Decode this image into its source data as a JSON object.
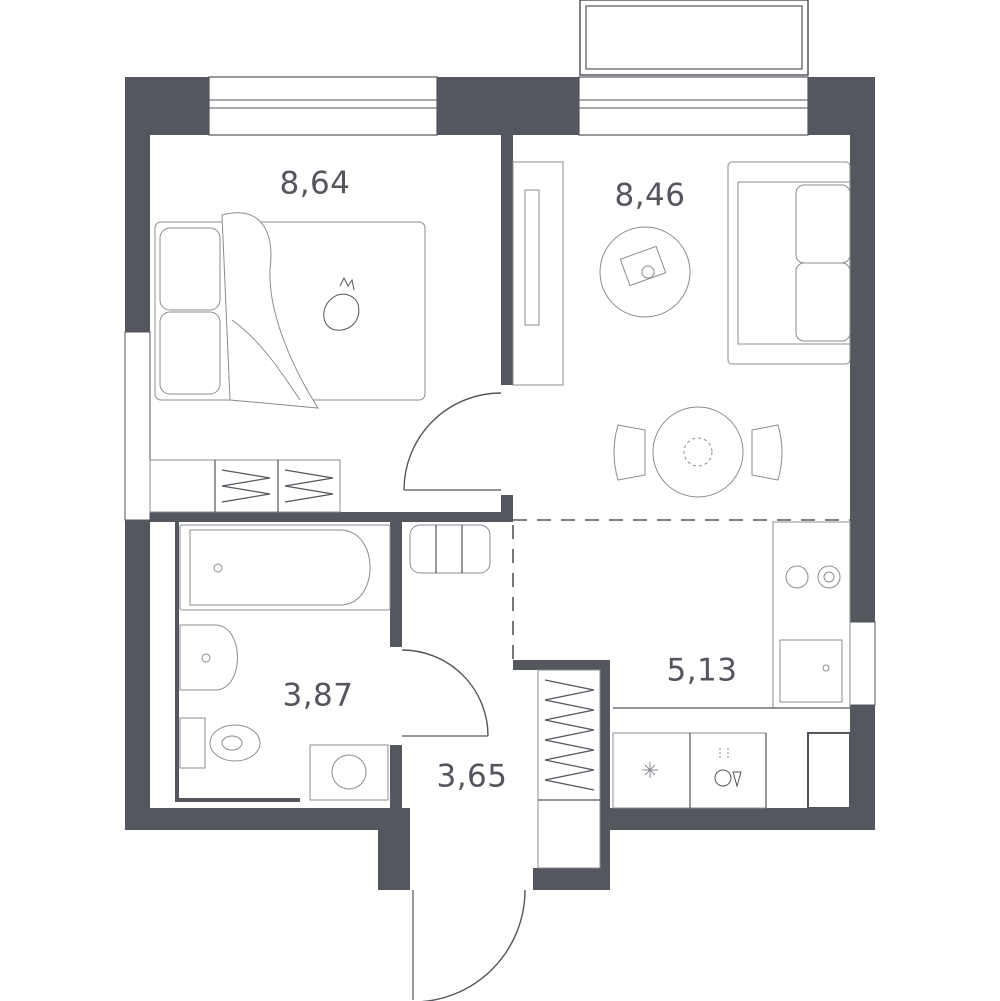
{
  "floor_plan": {
    "rooms": [
      {
        "id": "bedroom",
        "area": "8,64"
      },
      {
        "id": "living",
        "area": "8,46"
      },
      {
        "id": "kitchen",
        "area": "5,13"
      },
      {
        "id": "bathroom",
        "area": "3,87"
      },
      {
        "id": "hallway",
        "area": "3,65"
      }
    ]
  },
  "colors": {
    "wall": "#55575e",
    "line": "#54565d",
    "furniture": "#8a8c92",
    "background": "#ffffff"
  }
}
